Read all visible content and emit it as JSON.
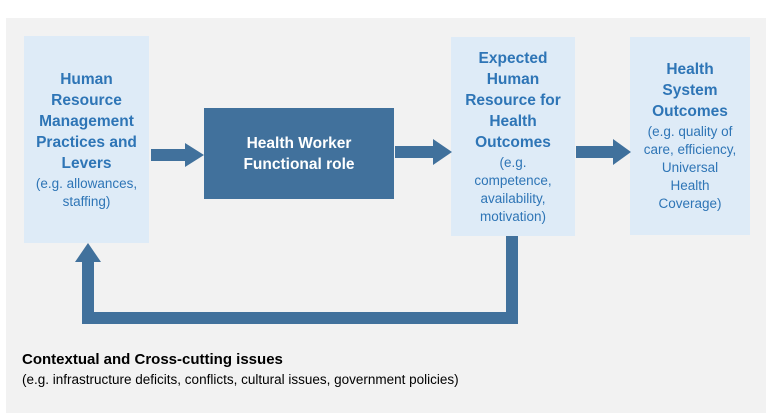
{
  "diagram": {
    "box1": {
      "title": [
        "Human",
        "Resource",
        "Management",
        "Practices and",
        "Levers"
      ],
      "subtitle": [
        "(e.g. allowances,",
        "staffing)"
      ]
    },
    "box2": {
      "title": [
        "Health Worker",
        "Functional role"
      ]
    },
    "box3": {
      "title": [
        "Expected",
        "Human",
        "Resource for",
        "Health",
        "Outcomes"
      ],
      "subtitle": [
        "(e.g.",
        "competence,",
        "availability,",
        "motivation)"
      ]
    },
    "box4": {
      "title": [
        "Health",
        "System",
        "Outcomes"
      ],
      "subtitle": [
        "(e.g. quality of",
        "care, efficiency,",
        "Universal",
        "Health",
        "Coverage)"
      ]
    },
    "context": {
      "title": "Contextual and Cross-cutting issues",
      "subtitle": "(e.g. infrastructure deficits, conflicts, cultural issues, government policies)"
    },
    "colors": {
      "light_box": "#deebf7",
      "dark_box": "#41719c",
      "text_blue": "#2e75b6",
      "arrow": "#41719c",
      "background": "#f2f2f2"
    }
  }
}
